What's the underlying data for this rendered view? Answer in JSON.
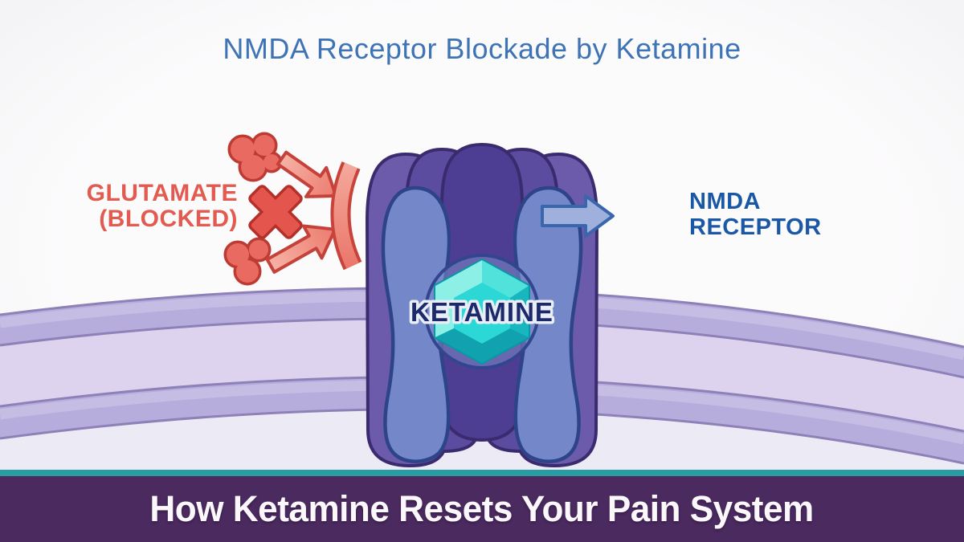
{
  "header": {
    "title": "NMDA Receptor Blockade by Ketamine"
  },
  "diagram": {
    "glutamate": {
      "label_line1": "GLUTAMATE",
      "label_line2": "(BLOCKED)"
    },
    "ketamine": {
      "label": "KETAMINE"
    },
    "receptor": {
      "label_line1": "NMDA",
      "label_line2": "RECEPTOR"
    }
  },
  "banner": {
    "caption": "How Ketamine Resets Your Pain System"
  },
  "colors": {
    "title_blue": "#3E73B5",
    "glutamate_red": "#E25A50",
    "glutamate_outline": "#BE3B33",
    "receptor_outer_purple": "#6B5BAA",
    "receptor_inner_purple": "#5C4CA0",
    "receptor_center_purple": "#4E3E93",
    "subunit_blue": "#7487C9",
    "subunit_outline": "#2E4489",
    "ketamine_teal": "#29D6D6",
    "ketamine_text_navy": "#1C2A6C",
    "nmda_label_blue": "#1A57A5",
    "nmda_arrow_fill": "#9FB0DD",
    "membrane_band": "#B7ADDC",
    "membrane_mid": "#DDD3EE",
    "banner_teal": "#2A9DA3",
    "banner_purple": "#4B2A60",
    "banner_text": "#FAF8FB"
  }
}
